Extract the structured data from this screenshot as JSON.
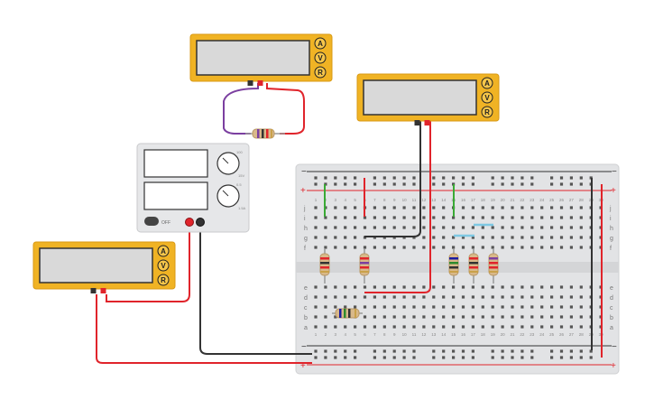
{
  "colors": {
    "multimeter_body": "#f0b324",
    "multimeter_screen": "#d9d9d9",
    "supply_body": "#e6e7e9",
    "breadboard": "#e2e3e5",
    "rail_red": "#e0242b",
    "rail_dark": "#333333",
    "wire_red": "#e0242b",
    "wire_black": "#333333",
    "wire_purple": "#7b3fa0",
    "wire_green": "#3aaa35",
    "wire_lightblue": "#7ec8e3"
  },
  "multimeters": [
    {
      "id": "top",
      "mode_labels": [
        "A",
        "V",
        "R"
      ]
    },
    {
      "id": "right",
      "mode_labels": [
        "A",
        "V",
        "R"
      ]
    },
    {
      "id": "left",
      "mode_labels": [
        "A",
        "V",
        "R"
      ]
    }
  ],
  "power_supply": {
    "channel_labels": [
      "100",
      "0.5",
      "0.5"
    ],
    "off_label": "OFF",
    "range_labels": [
      "15V",
      "1.5A"
    ]
  },
  "breadboard": {
    "rail_plus": "+",
    "rail_minus": "−",
    "row_letters_top": [
      "j",
      "i",
      "h",
      "g",
      "f"
    ],
    "row_letters_bottom": [
      "e",
      "d",
      "c",
      "b",
      "a"
    ],
    "column_numbers": [
      "1",
      "2",
      "3",
      "4",
      "5",
      "6",
      "7",
      "8",
      "9",
      "10",
      "11",
      "12",
      "13",
      "14",
      "15",
      "16",
      "17",
      "18",
      "19",
      "20",
      "21",
      "22",
      "23",
      "24",
      "25",
      "26",
      "27",
      "28",
      "29",
      "30"
    ]
  },
  "icons": {
    "resistor": "resistor-icon",
    "power_button": "power-button-icon"
  }
}
